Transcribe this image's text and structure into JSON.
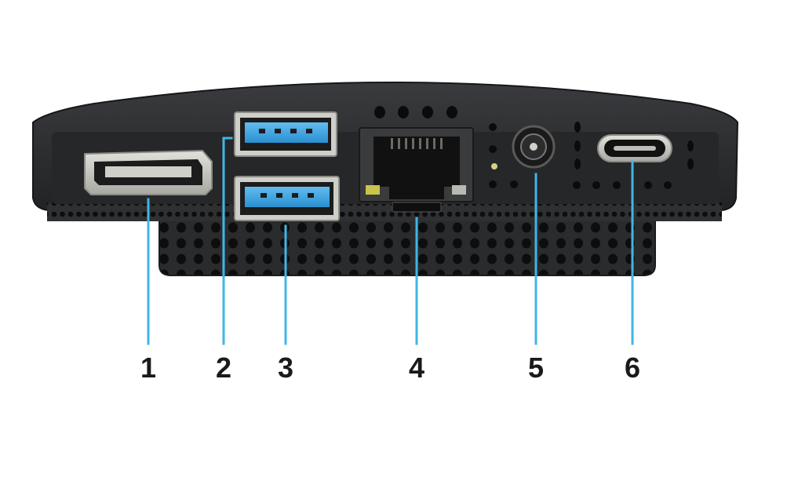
{
  "figure": {
    "callouts": [
      {
        "label": "1"
      },
      {
        "label": "2"
      },
      {
        "label": "3"
      },
      {
        "label": "4"
      },
      {
        "label": "5"
      },
      {
        "label": "6"
      }
    ],
    "colors": {
      "chassis": "#2a2b2d",
      "chassis_dark": "#1b1c1e",
      "usb_blue": "#3ca6e3",
      "leader_line": "#40b6e6",
      "port_silver": "#c9c9c4"
    }
  }
}
